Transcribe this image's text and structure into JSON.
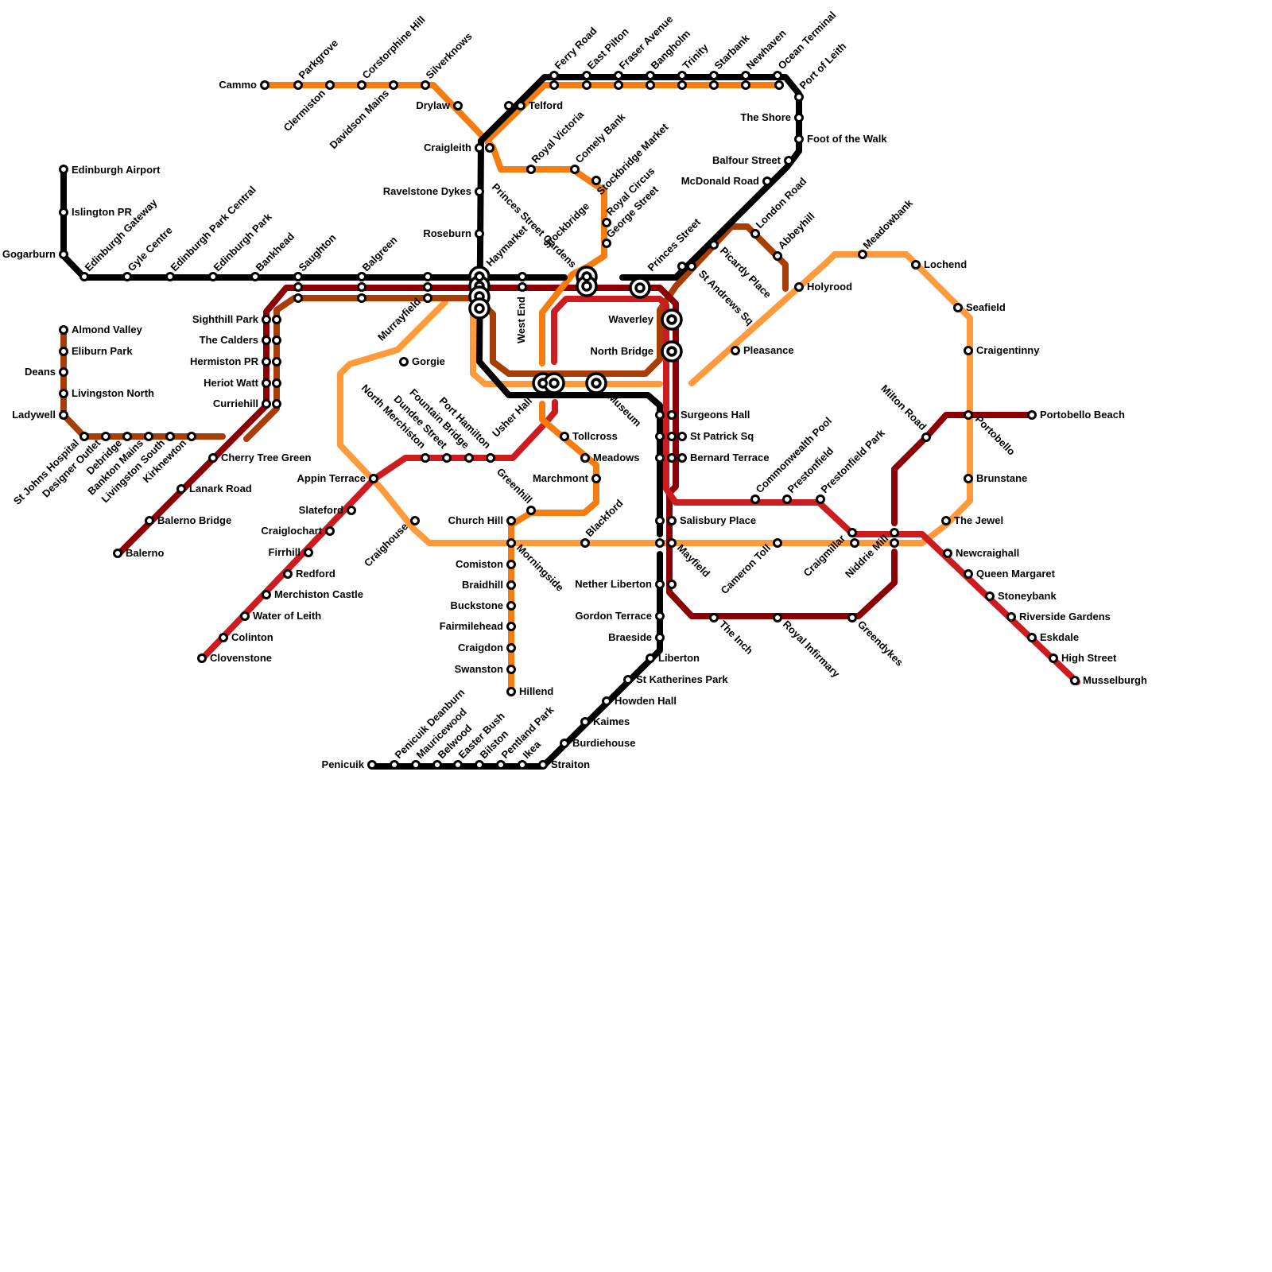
{
  "map_title": "",
  "lines": [
    {
      "id": "black",
      "color": "#000000"
    },
    {
      "id": "orange",
      "color": "#f57c0f"
    },
    {
      "id": "light-orange",
      "color": "#ff9a3c"
    },
    {
      "id": "brown",
      "color": "#a83e06"
    },
    {
      "id": "red",
      "color": "#cc1c1f"
    },
    {
      "id": "dark-red",
      "color": "#8a0005"
    }
  ],
  "stations": [
    "Edinburgh Airport",
    "Islington PR",
    "Gogarburn",
    "Edinburgh Gateway",
    "Gyle Centre",
    "Edinburgh Park Central",
    "Edinburgh Park",
    "Bankhead",
    "Saughton",
    "Balgreen",
    "Murrayfield",
    "Haymarket",
    "West End",
    "Princes Street Gardens",
    "Princes Street",
    "St Andrews Sq",
    "Picardy Place",
    "McDonald Road",
    "Balfour Street",
    "Foot of the Walk",
    "The Shore",
    "Port of Leith",
    "Ocean Terminal",
    "Newhaven",
    "Starbank",
    "Trinity",
    "Bangholm",
    "Fraser Avenue",
    "East Pilton",
    "Ferry Road",
    "Telford",
    "Craigleith",
    "Ravelstone Dykes",
    "Roseburn",
    "Cammo",
    "Parkgrove",
    "Clermiston",
    "Corstorphine Hill",
    "Davidson Mains",
    "Silverknows",
    "Drylaw",
    "Royal Victoria",
    "Comely Bank",
    "Stockbridge Market",
    "Stockbridge",
    "Royal Circus",
    "George Street",
    "London Road",
    "Abbeyhill",
    "Holyrood",
    "Meadowbank",
    "Lochend",
    "Seafield",
    "Craigentinny",
    "Portobello",
    "Portobello Beach",
    "Brunstane",
    "The Jewel",
    "Milton Road",
    "Newcraighall",
    "Queen Margaret",
    "Stoneybank",
    "Riverside Gardens",
    "Eskdale",
    "High Street",
    "Musselburgh",
    "Waverley",
    "North Bridge",
    "Surgeons Hall",
    "St Patrick Sq",
    "Bernard Terrace",
    "Salisbury Place",
    "Mayfield",
    "Nether Liberton",
    "Gordon Terrace",
    "Braeside",
    "Liberton",
    "St Katherines Park",
    "Howden Hall",
    "Kaimes",
    "Burdiehouse",
    "Straiton",
    "Ikea",
    "Pentland Park",
    "Bilston",
    "Easter Bush",
    "Belwood",
    "Mauricewood",
    "Penicuik Deanburn",
    "Penicuik",
    "Pleasance",
    "Commonwealth Pool",
    "Prestonfield",
    "Prestonfield Park",
    "Cameron Toll",
    "Craigmillar",
    "Niddrie Mill",
    "Royal Infirmary",
    "Greendykes",
    "The Inch",
    "Usher Hall",
    "Museum",
    "Tollcross",
    "Meadows",
    "Marchmont",
    "Blackford",
    "Greenhill",
    "Church Hill",
    "Morningside",
    "Comiston",
    "Braidhill",
    "Buckstone",
    "Fairmilehead",
    "Craigdon",
    "Swanston",
    "Hillend",
    "Gorgie",
    "Appin Terrace",
    "Craighouse",
    "North Merchiston",
    "Dundee Street",
    "Fountain Bridge",
    "Port Hamilton",
    "Slateford",
    "Craiglochart",
    "Firrhill",
    "Redford",
    "Merchiston Castle",
    "Water of Leith",
    "Colinton",
    "Clovenstone",
    "Sighthill Park",
    "The Calders",
    "Hermiston PR",
    "Heriot Watt",
    "Curriehill",
    "Cherry Tree Green",
    "Lanark Road",
    "Balerno Bridge",
    "Balerno",
    "Almond Valley",
    "Eliburn Park",
    "Deans",
    "Livingston North",
    "Ladywell",
    "St Johns Hospital",
    "Designer Outlet",
    "Debridge",
    "Bankton Mains",
    "Livingston South",
    "Kirknewton"
  ]
}
